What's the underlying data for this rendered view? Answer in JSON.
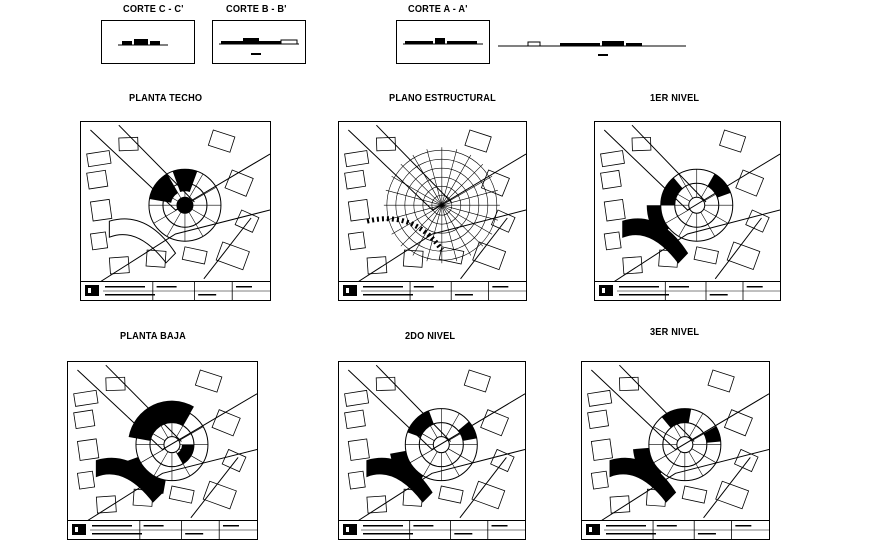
{
  "sections": [
    {
      "key": "c",
      "title": "CORTE C - C'"
    },
    {
      "key": "b",
      "title": "CORTE B - B'"
    },
    {
      "key": "a",
      "title": "CORTE A - A'"
    }
  ],
  "plans": [
    {
      "key": "techo",
      "title": "PLANTA TECHO"
    },
    {
      "key": "estructural",
      "title": "PLANO ESTRUCTURAL"
    },
    {
      "key": "nivel1",
      "title": "1ER NIVEL"
    },
    {
      "key": "baja",
      "title": "PLANTA BAJA"
    },
    {
      "key": "nivel2",
      "title": "2DO NIVEL"
    },
    {
      "key": "nivel3",
      "title": "3ER NIVEL"
    }
  ],
  "colors": {
    "ink": "#000000",
    "paper": "#ffffff"
  }
}
